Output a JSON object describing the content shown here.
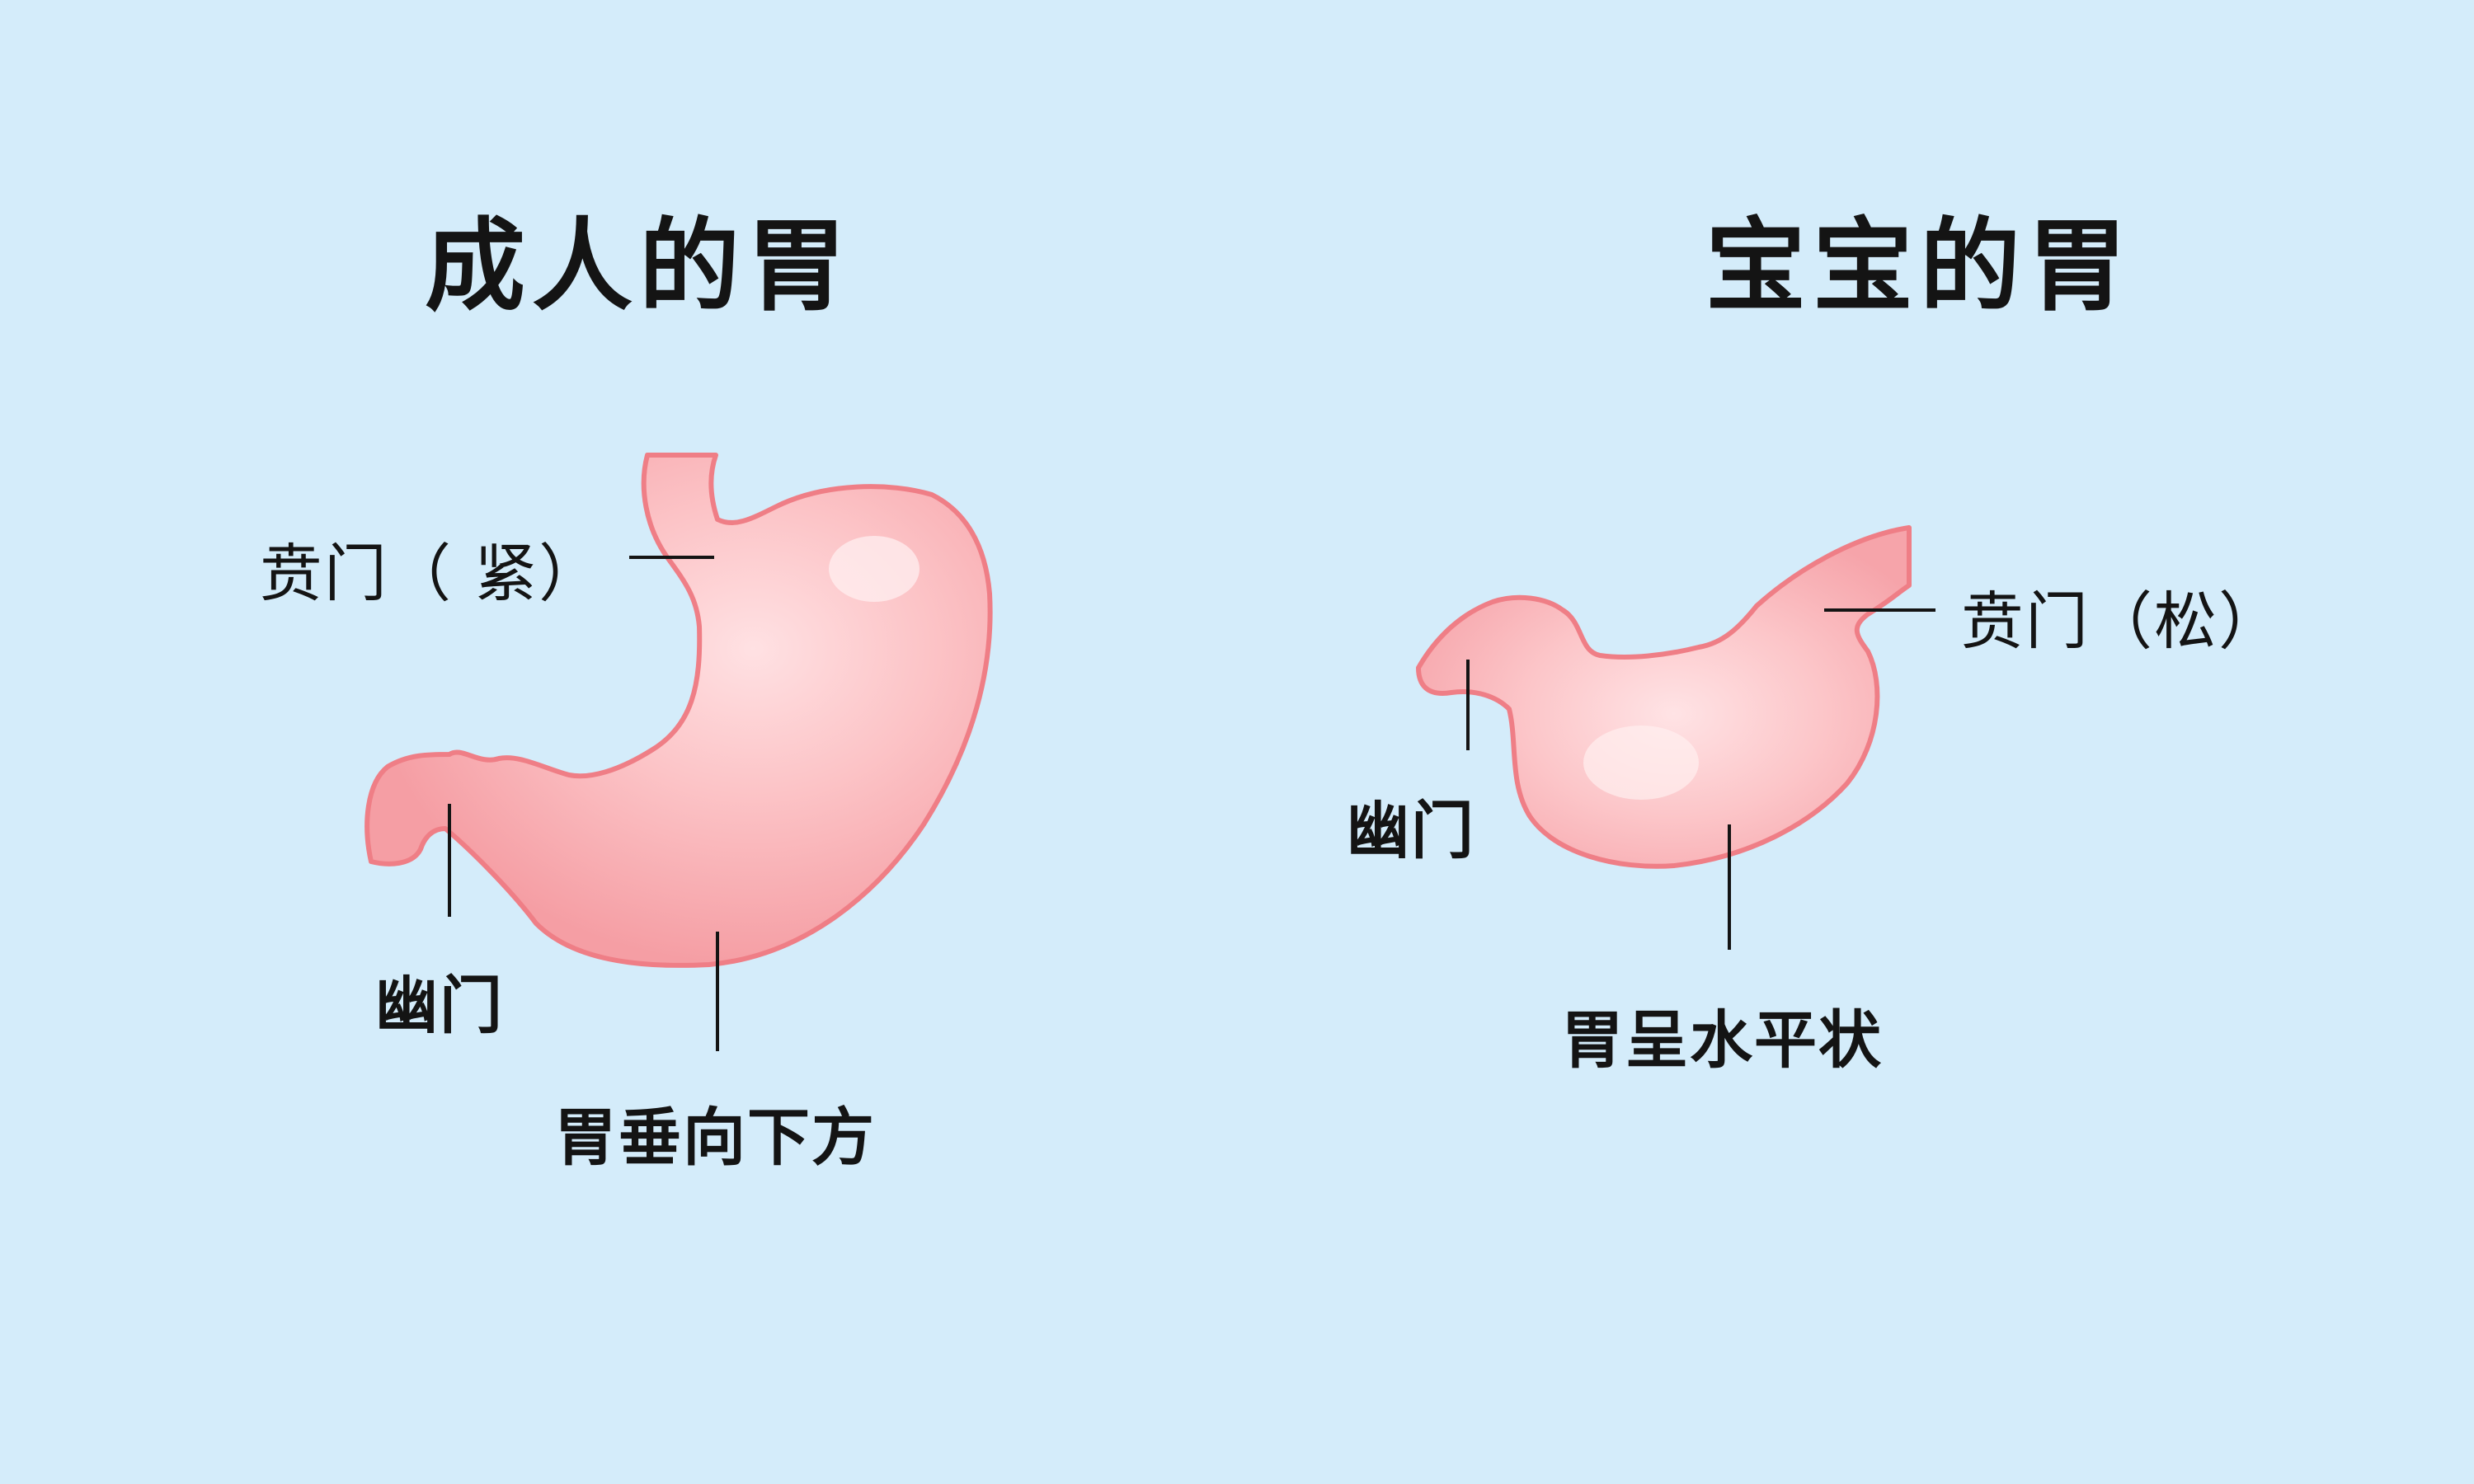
{
  "adult": {
    "title": "成人的胃",
    "cardia_label": "贲门（ 紧）",
    "pylorus_label": "幽门",
    "body_label": "胃垂向下方"
  },
  "baby": {
    "title": "宝宝的胃",
    "cardia_label": "贲门（松）",
    "pylorus_label": "幽门",
    "body_label": "胃呈水平状"
  },
  "colors": {
    "background": "#d4ecfa",
    "stomach_fill": "#fbb8bb",
    "stomach_outline": "#ef7e86",
    "line": "#141414"
  }
}
